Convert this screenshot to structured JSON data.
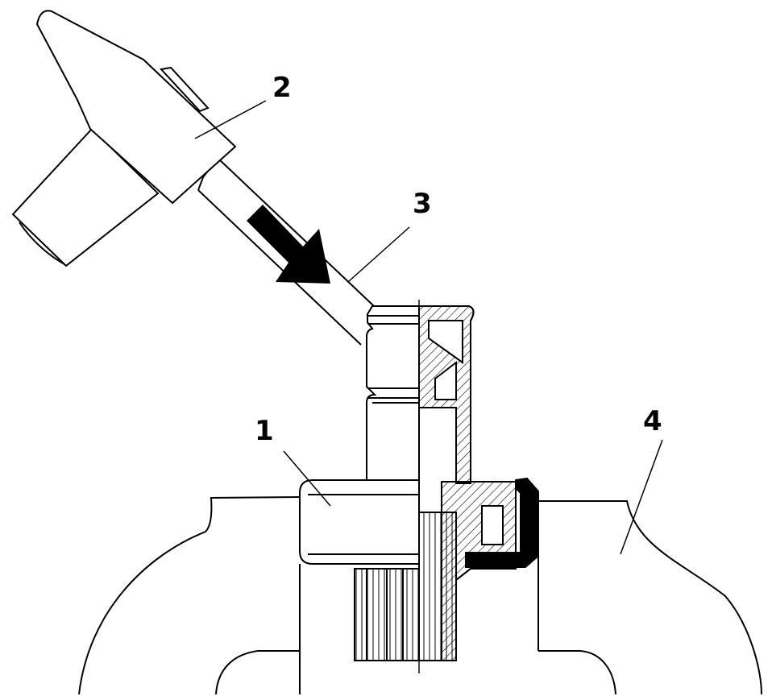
{
  "callouts": {
    "c1": "1",
    "c2": "2",
    "c3": "3",
    "c4": "4"
  },
  "parts": {
    "c1": "part-1",
    "c2": "hammer",
    "c3": "drift-punch",
    "c4": "housing"
  },
  "colors": {
    "ink": "#000000",
    "paper": "#ffffff"
  }
}
